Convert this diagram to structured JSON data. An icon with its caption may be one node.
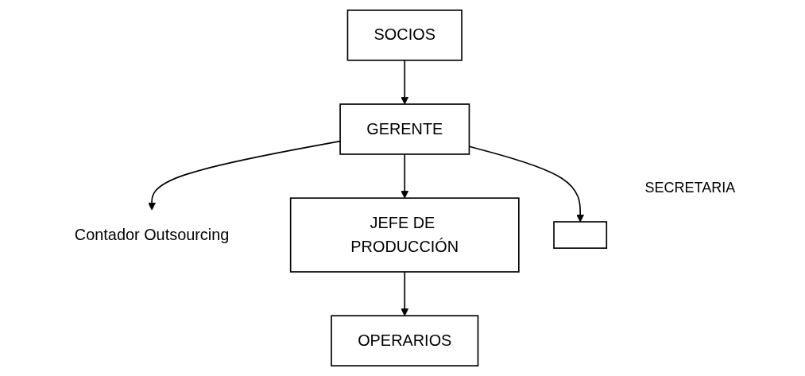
{
  "diagram": {
    "nodes": [
      {
        "text": [
          "SOCIOS"
        ]
      },
      {
        "text": [
          "Contador Outsourcing"
        ]
      },
      {
        "text": [
          "GERENTE"
        ]
      },
      {
        "text": [
          "JEFE DE PRODUCCIÓN"
        ]
      },
      {
        "text": [],
        "shape": "box"
      },
      {
        "text": [
          "OPERARIOS"
        ]
      }
    ],
    "edges": [
      {
        "from": 0,
        "to": 2,
        "arrow": "to"
      },
      {
        "from": 2,
        "to": 1,
        "arrow": "to"
      },
      {
        "from": 2,
        "to": 3,
        "arrow": "to"
      },
      {
        "from": 2,
        "to": 4,
        "arrow": "to"
      },
      {
        "from": 3,
        "to": 5,
        "arrow": "to"
      }
    ],
    "labels": [
      "SECRETARIA"
    ]
  }
}
